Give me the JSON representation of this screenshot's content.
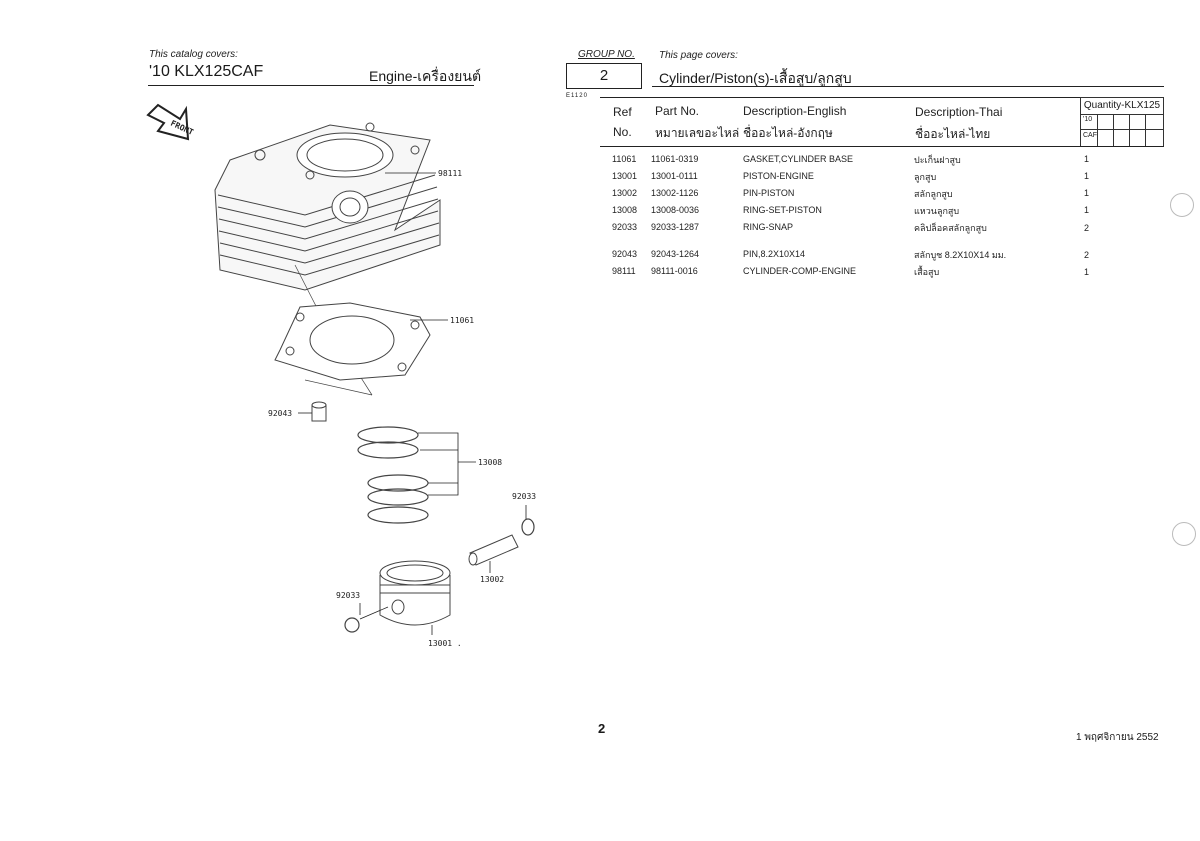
{
  "header": {
    "catalog_covers_label": "This catalog covers:",
    "model": "'10 KLX125CAF",
    "section": "Engine-เครื่องยนต์",
    "group_label": "GROUP NO.",
    "group_no": "2",
    "page_covers_label": "This page covers:",
    "page_title": "Cylinder/Piston(s)-เสื้อสูบ/ลูกสูบ",
    "code": "E1120"
  },
  "table": {
    "headers": {
      "ref_1": "Ref",
      "ref_2": "No.",
      "part_1": "Part No.",
      "part_2": "หมายเลขอะไหล่",
      "desc_en_1": "Description-English",
      "desc_en_2": "ชื่ออะไหล่-อังกฤษ",
      "desc_th_1": "Description-Thai",
      "desc_th_2": "ชื่ออะไหล่-ไทย",
      "qty_title": "Quantity-KLX125",
      "qty_year": "'10",
      "qty_model": "CAF"
    },
    "rows": [
      {
        "ref": "11061",
        "part": "11061-0319",
        "desc_en": "GASKET,CYLINDER BASE",
        "desc_th": "ปะเก็นฝาสูบ",
        "qty": "1"
      },
      {
        "ref": "13001",
        "part": "13001-0111",
        "desc_en": "PISTON-ENGINE",
        "desc_th": "ลูกสูบ",
        "qty": "1"
      },
      {
        "ref": "13002",
        "part": "13002-1126",
        "desc_en": "PIN-PISTON",
        "desc_th": "สลักลูกสูบ",
        "qty": "1"
      },
      {
        "ref": "13008",
        "part": "13008-0036",
        "desc_en": "RING-SET-PISTON",
        "desc_th": "แหวนลูกสูบ",
        "qty": "1"
      },
      {
        "ref": "92033",
        "part": "92033-1287",
        "desc_en": "RING-SNAP",
        "desc_th": "คลิปล็อคสลักลูกสูบ",
        "qty": "2"
      },
      {
        "ref": "92043",
        "part": "92043-1264",
        "desc_en": "PIN,8.2X10X14",
        "desc_th": "สลักบูช 8.2X10X14 มม.",
        "qty": "2"
      },
      {
        "ref": "98111",
        "part": "98111-0016",
        "desc_en": "CYLINDER-COMP-ENGINE",
        "desc_th": "เสื้อสูบ",
        "qty": "1"
      }
    ]
  },
  "diagram": {
    "front_label": "FRONT",
    "callouts": {
      "c98111": "98111",
      "c11061": "11061",
      "c92043": "92043",
      "c13008": "13008",
      "c92033a": "92033",
      "c13002": "13002",
      "c92033b": "92033",
      "c13001": "13001 ."
    }
  },
  "footer": {
    "page_number": "2",
    "date": "1 พฤศจิกายน 2552"
  }
}
